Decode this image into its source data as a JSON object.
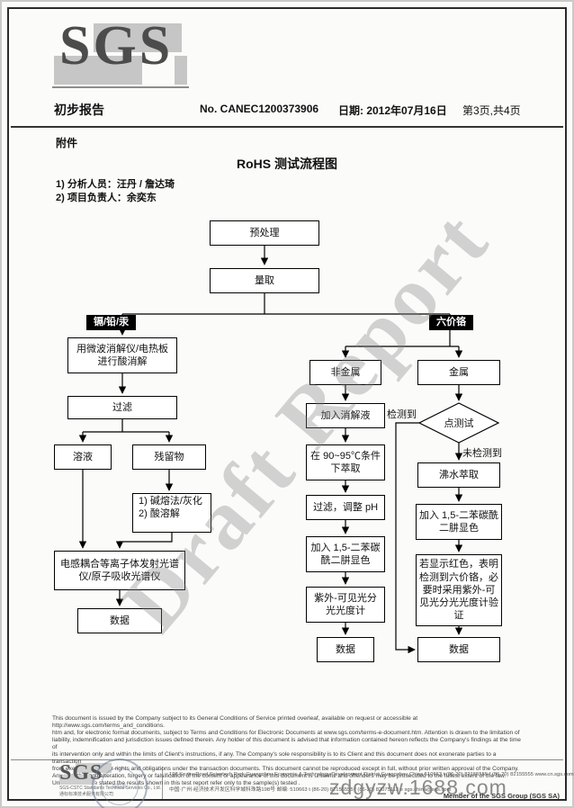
{
  "header": {
    "report_type": "初步报告",
    "report_no": "No. CANEC1200373906",
    "date_label": "日期: 2012年07月16日",
    "page_label": "第3页,共4页",
    "attachment_label": "附件",
    "title": "RoHS 测试流程图",
    "analyst_line1": "1) 分析人员：汪丹 / 詹达琦",
    "analyst_line2": "2) 项目负责人：余奕东"
  },
  "logo": {
    "text": "SGS"
  },
  "flowchart": {
    "pretreatment": "预处理",
    "measure": "量取",
    "branch_left_label": "镉/铅/汞",
    "branch_right_label": "六价铬",
    "acid_digestion_line1": "用微波消解仪/电热板",
    "acid_digestion_line2": "进行酸消解",
    "filter": "过滤",
    "solution": "溶液",
    "residue": "残留物",
    "alkali_line1": "1) 碱熔法/灰化",
    "alkali_line2": "2) 酸溶解",
    "icp": "电感耦合等离子体发射光谱仪/原子吸收光谱仪",
    "data_left": "数据",
    "nonmetal": "非金属",
    "metal": "金属",
    "add_digestion_solution": "加入消解液",
    "extraction_90_95": "在 90~95℃条件下萃取",
    "filter_adjust_ph": "过滤，调整 pH",
    "add_reagent_mid": "加入 1,5-二苯碳酰二肼显色",
    "uv_vis": "紫外-可见光分光光度计",
    "data_mid": "数据",
    "spot_test": "点测试",
    "detected": "检测到",
    "not_detected": "未检测到",
    "boiling_water_extraction": "沸水萃取",
    "add_reagent_right": "加入 1,5-二苯碳酰二肼显色",
    "confirmation": "若显示红色，表明检测到六价铬，必要时采用紫外-可见光分光光度计验证",
    "data_right": "数据"
  },
  "watermark": {
    "draft": "Draft Report",
    "site": "zdgyzw.1688.com"
  },
  "footer": {
    "disclaimer_lines": [
      "This document is issued by the Company subject to its General Conditions of Service printed overleaf, available on request or accessible at http://www.sgs.com/terms_and_conditions.",
      "htm and, for electronic format documents, subject to Terms and Conditions for Electronic Documents at www.sgs.com/terms-e-document.htm. Attention is drawn to the limitation of",
      "liability, indemnification and jurisdiction issues defined therein. Any holder of this document is advised that information contained hereon reflects the Company's findings at the time of",
      "its intervention only and within the limits of Client's instructions, if any. The Company's sole responsibility is to its Client and this document does not exonerate parties to a transaction",
      "from exercising all their rights and obligations under the transaction documents. This document cannot be reproduced except in full, without prior written approval of the Company.",
      "Any unauthorized alteration, forgery or falsification of the content or appearance of this document is unlawful and offenders may be prosecuted to the fullest extent of the law.",
      "Unless otherwise stated the results shown in this test report refer only to the sample(s) tested ."
    ],
    "company_name_en": "SGS-CSTC Standards Technical Services Co., Ltd.",
    "company_name_cn": "通标标准技术服务有限公司",
    "address_en": "198 Kezhu Road,Scientech Park Guangzhou Economic & Technology Development District,Guangzhou,China 510663    t (86-20) 82155555    f (86-20) 82155555    www.cn.sgs.com",
    "address_cn": "中国·广州·经济技术开发区科学城科珠路198号   邮编: 510663   t (86-20) 82155555   f (86-20) 82075113   e sgs.china@sgs.com",
    "member": "Member of the SGS Group (SGS SA)",
    "stamp_text": "SGS"
  },
  "colors": {
    "ink": "#000000",
    "watermark_gray": "#828282",
    "stamp_blue": "#6c7c96"
  }
}
